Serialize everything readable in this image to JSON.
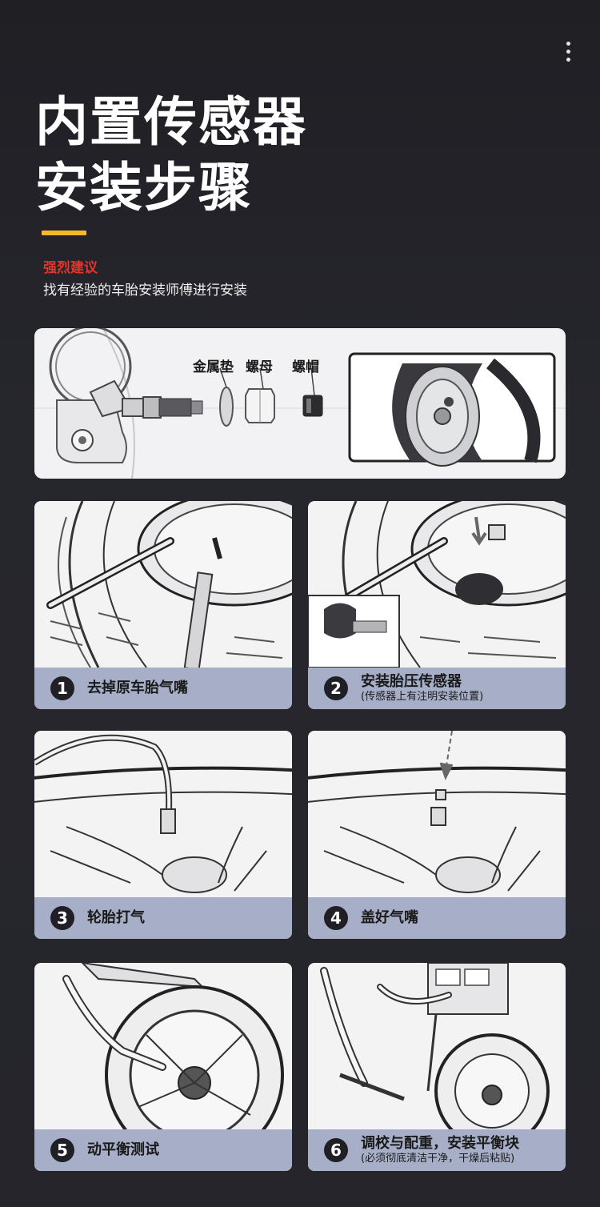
{
  "header": {
    "title_line1": "内置传感器",
    "title_line2": "安装步骤",
    "recommend_label": "强烈建议",
    "recommend_text": "找有经验的车胎安装师傅进行安装"
  },
  "parts": {
    "labels": [
      "金属垫",
      "螺母",
      "螺帽"
    ]
  },
  "steps": [
    {
      "num": "1",
      "title": "去掉原车胎气嘴",
      "note": ""
    },
    {
      "num": "2",
      "title": "安装胎压传感器",
      "note": "(传感器上有注明安装位置)"
    },
    {
      "num": "3",
      "title": "轮胎打气",
      "note": ""
    },
    {
      "num": "4",
      "title": "盖好气嘴",
      "note": ""
    },
    {
      "num": "5",
      "title": "动平衡测试",
      "note": ""
    },
    {
      "num": "6",
      "title": "调校与配重，安装平衡块",
      "note": "(必须彻底清洁干净，干燥后粘贴)"
    }
  ],
  "colors": {
    "accent": "#f2b92a",
    "recommend": "#e4352b",
    "band": "#a7afc8"
  },
  "icons": {
    "menu": "more-vertical-icon"
  }
}
